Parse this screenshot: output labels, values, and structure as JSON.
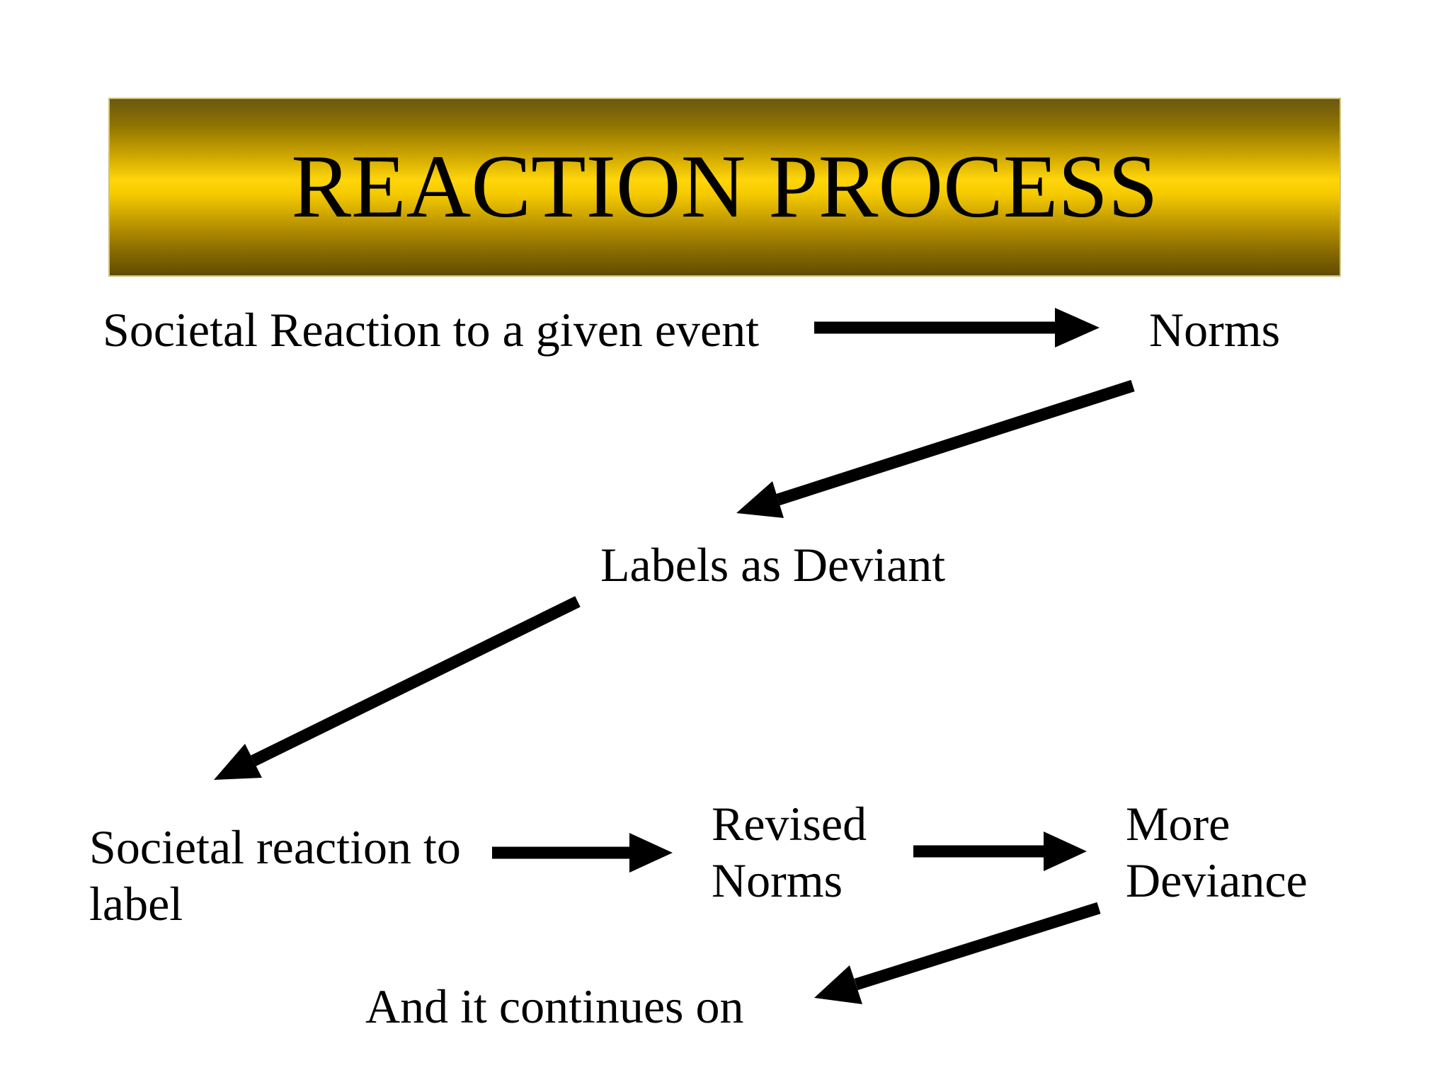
{
  "title": {
    "text": "REACTION PROCESS"
  },
  "banner": {
    "gradient_stops": [
      "#6b5810 0%",
      "#8f7300 15%",
      "#d1a900 33%",
      "#ffd60a 46%",
      "#f5ca00 54%",
      "#bf9800 70%",
      "#8a6c00 86%",
      "#624c00 100%"
    ],
    "border_color": "#cdc37c"
  },
  "nodes": {
    "societal_event": {
      "text": "Societal Reaction to a given event"
    },
    "norms": {
      "text": "Norms"
    },
    "labels_deviant": {
      "text": "Labels as Deviant"
    },
    "societal_label": {
      "line1": "Societal reaction to",
      "line2": "label"
    },
    "revised_norms": {
      "line1": "Revised",
      "line2": "Norms"
    },
    "more_deviance": {
      "line1": "More",
      "line2": "Deviance"
    },
    "continues": {
      "text": "And it continues on"
    }
  },
  "connections": [
    {
      "from": "Societal Reaction to a given event",
      "to": "Norms"
    },
    {
      "from": "Norms",
      "to": "Labels as Deviant"
    },
    {
      "from": "Labels as Deviant",
      "to": "Societal reaction to label"
    },
    {
      "from": "Societal reaction to label",
      "to": "Revised Norms"
    },
    {
      "from": "Revised Norms",
      "to": "More Deviance"
    },
    {
      "from": "More Deviance",
      "to": "And it continues on"
    }
  ],
  "colors": {
    "background": "#ffffff",
    "text": "#000000",
    "arrow": "#000000"
  }
}
